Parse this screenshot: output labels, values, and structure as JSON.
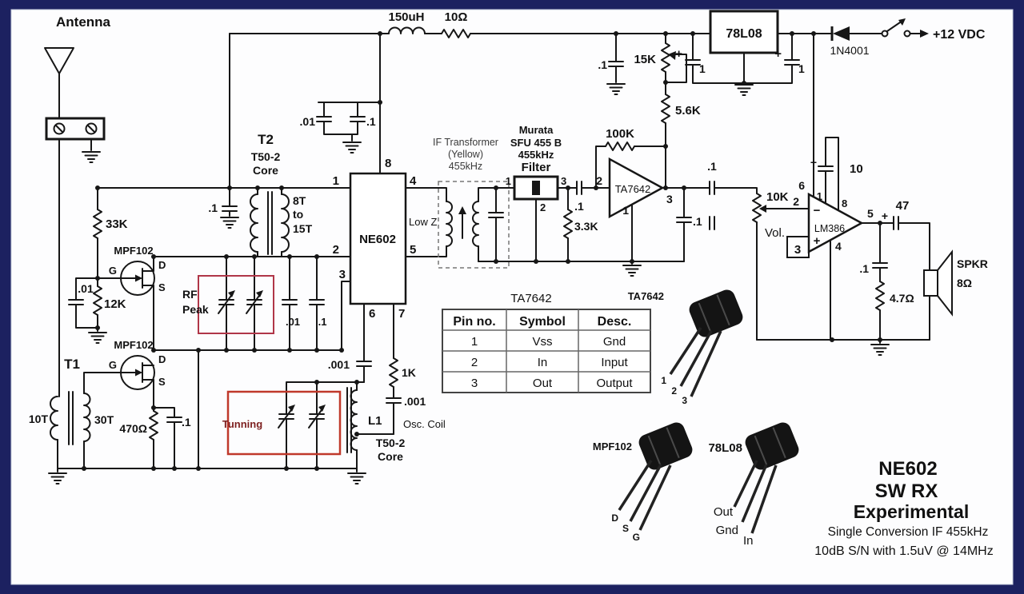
{
  "ant": {
    "label": "Antenna"
  },
  "power": {
    "l1": "150uH",
    "r1": "10Ω",
    "c_byp": ".1",
    "pot": "15K",
    "r2": "5.6K",
    "reg": "78L08",
    "c_in": "1",
    "c_out": "1",
    "d1": "1N4001",
    "vcc": "+12 VDC"
  },
  "sym": {
    "plus": "+"
  },
  "fet": {
    "g": "G",
    "d": "D",
    "s": "S"
  },
  "rf": {
    "r_gate": "33K",
    "q": "MPF102",
    "c_gate": ".01",
    "r_src": "12K",
    "box1": "RF",
    "box2": "Peak",
    "c_top1": ".01",
    "c_top2": ".1",
    "c_byp": ".1",
    "c_mix1": ".01",
    "c_mix2": ".1"
  },
  "t2": {
    "name": "T2",
    "core1": "T50-2",
    "core2": "Core",
    "w1": "8T",
    "w2": "to",
    "w3": "15T"
  },
  "t1": {
    "name": "T1",
    "q": "MPF102",
    "w1": "10T",
    "w2": "30T",
    "r_src": "470Ω",
    "c_src": ".1"
  },
  "osc": {
    "box": "Tunning",
    "l1": "L1",
    "coil": "Osc. Coil",
    "core1": "T50-2",
    "core2": "Core",
    "c6": ".001",
    "r7": "1K",
    "c7": ".001"
  },
  "ne602": {
    "chip": "NE602",
    "lowz": "Low Z",
    "p1": "1",
    "p2": "2",
    "p3": "3",
    "p4": "4",
    "p5": "5",
    "p6": "6",
    "p7": "7",
    "p8": "8"
  },
  "ift": {
    "l1": "IF Transformer",
    "l2": "(Yellow)",
    "l3": "455kHz"
  },
  "flt": {
    "l1": "Murata",
    "l2": "SFU 455 B",
    "l3": "455kHz",
    "l4": "Filter",
    "p1": "1",
    "p2": "2",
    "p3": "3",
    "c_ser": ".1",
    "r_load": "3.3K"
  },
  "det": {
    "r_fb": "100K",
    "chip": "TA7642",
    "p1": "1",
    "p2": "2",
    "p3": "3",
    "c_shunt": ".1",
    "c_ser": ".1"
  },
  "af": {
    "pot": "10K",
    "vol": "Vol.",
    "chip": "LM386",
    "minus": "−",
    "c18": "10",
    "c_out": "47",
    "c_z": ".1",
    "r_z": "4.7Ω",
    "spkr": "SPKR",
    "imp": "8Ω",
    "p1": "1",
    "p2": "2",
    "p3": "3",
    "p4": "4",
    "p5": "5",
    "p6": "6",
    "p8": "8"
  },
  "tbl": {
    "title": "TA7642",
    "headers": [
      "Pin no.",
      "Symbol",
      "Desc."
    ],
    "rows": [
      [
        "1",
        "Vss",
        "Gnd"
      ],
      [
        "2",
        "In",
        "Input"
      ],
      [
        "3",
        "Out",
        "Output"
      ]
    ]
  },
  "pkg": {
    "ta": "TA7642",
    "ta1": "1",
    "ta2": "2",
    "ta3": "3",
    "mpf": "MPF102",
    "d": "D",
    "s": "S",
    "g": "G",
    "reg": "78L08",
    "out": "Out",
    "gnd": "Gnd",
    "in": "In"
  },
  "ttl": {
    "l1": "NE602",
    "l2": "SW RX",
    "l3": "Experimental",
    "l4": "Single Conversion IF 455kHz",
    "l5": "10dB S/N with 1.5uV @ 14MHz"
  },
  "colors": {
    "frame": "#1c2160",
    "wire": "#161616",
    "rf_box_red": "#b03648",
    "tuning_box_red": "#c0392b"
  }
}
